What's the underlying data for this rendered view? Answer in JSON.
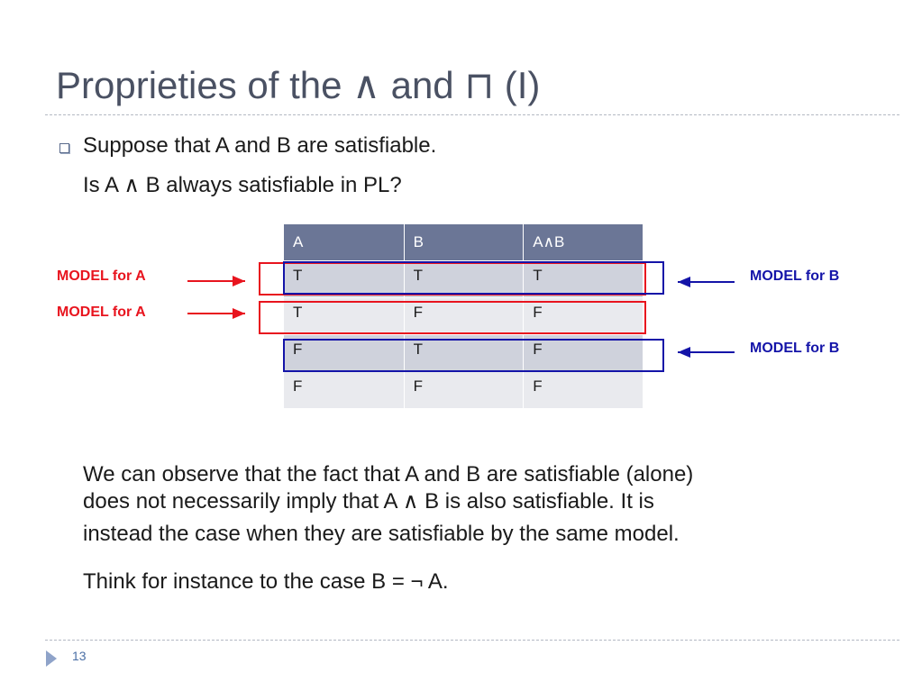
{
  "slide": {
    "title": "Proprieties of the ∧ and ⊓ (I)",
    "bullet_line1": "Suppose that A and B are satisfiable.",
    "bullet_line2": "Is A ∧ B always satisfiable in PL?",
    "observation_line1": "We can observe that the fact that A and B are satisfiable (alone)",
    "observation_line2": "does not necessarily imply that A ∧ B is also satisfiable. It is",
    "observation_line3": "instead the case when they are satisfiable by the same model.",
    "think_line": "Think for instance to the case B = ¬ A.",
    "page_number": "13"
  },
  "table": {
    "headers": [
      "A",
      "B",
      "A∧B"
    ],
    "rows": [
      [
        "T",
        "T",
        "T"
      ],
      [
        "T",
        "F",
        "F"
      ],
      [
        "F",
        "T",
        "F"
      ],
      [
        "F",
        "F",
        "F"
      ]
    ]
  },
  "annotations": {
    "model_a_1": "MODEL for A",
    "model_a_2": "MODEL for A",
    "model_b_1": "MODEL for B",
    "model_b_2": "MODEL for B",
    "model_a_color": "#e8141e",
    "model_b_color": "#1414a8"
  },
  "icons": {
    "bullet": "hollow-square-bullet-icon",
    "nav": "triangle-right-icon"
  },
  "colors": {
    "title": "#4a5163",
    "table_header_bg": "#6b7696",
    "table_row_dark": "#cfd2dc",
    "table_row_light": "#e9eaee"
  }
}
